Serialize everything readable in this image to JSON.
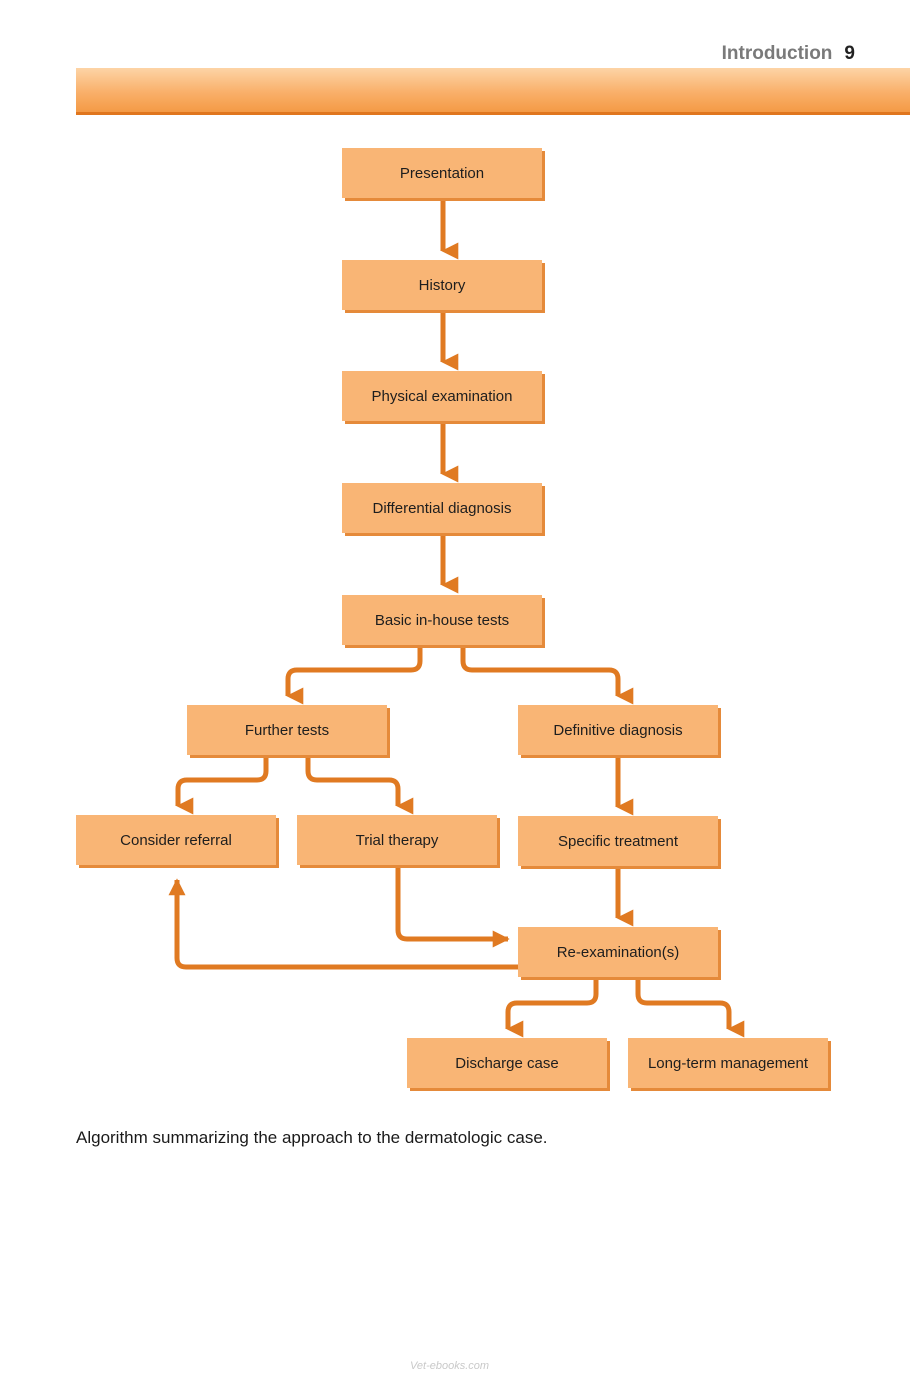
{
  "header": {
    "section": "Introduction",
    "page_number": "9"
  },
  "flowchart": {
    "nodes": {
      "presentation": "Presentation",
      "history": "History",
      "physical_examination": "Physical examination",
      "differential_diagnosis": "Differential diagnosis",
      "basic_in_house_tests": "Basic in-house tests",
      "further_tests": "Further tests",
      "definitive_diagnosis": "Definitive diagnosis",
      "consider_referral": "Consider referral",
      "trial_therapy": "Trial therapy",
      "specific_treatment": "Specific treatment",
      "re_examination": "Re-examination(s)",
      "discharge_case": "Discharge case",
      "long_term_management": "Long-term management"
    },
    "edges": [
      [
        "presentation",
        "history"
      ],
      [
        "history",
        "physical_examination"
      ],
      [
        "physical_examination",
        "differential_diagnosis"
      ],
      [
        "differential_diagnosis",
        "basic_in_house_tests"
      ],
      [
        "basic_in_house_tests",
        "further_tests"
      ],
      [
        "basic_in_house_tests",
        "definitive_diagnosis"
      ],
      [
        "further_tests",
        "consider_referral"
      ],
      [
        "further_tests",
        "trial_therapy"
      ],
      [
        "definitive_diagnosis",
        "specific_treatment"
      ],
      [
        "trial_therapy",
        "re_examination"
      ],
      [
        "specific_treatment",
        "re_examination"
      ],
      [
        "re_examination",
        "consider_referral"
      ],
      [
        "re_examination",
        "discharge_case"
      ],
      [
        "re_examination",
        "long_term_management"
      ]
    ],
    "colors": {
      "box_fill": "#f9b575",
      "box_shadow": "#e58a3a",
      "arrow": "#e07a22"
    }
  },
  "caption": "Algorithm summarizing the approach to the dermatologic case.",
  "watermark": "Vet-ebooks.com"
}
